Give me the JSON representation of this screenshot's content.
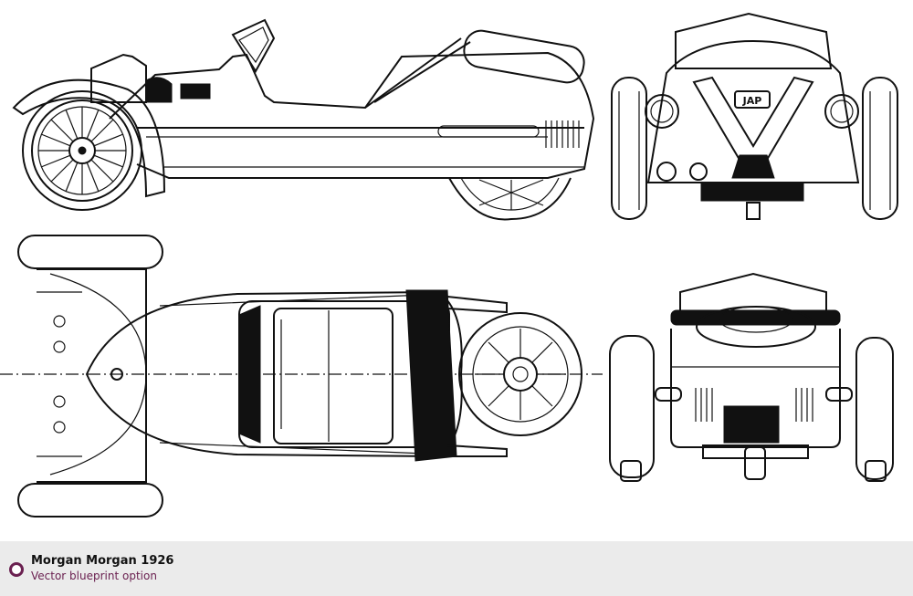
{
  "caption": {
    "title": "Morgan Morgan 1926",
    "subtitle": "Vector blueprint option",
    "icon": "circle-bullet-icon",
    "accent_color": "#6a2050",
    "bar_color": "#ebebeb"
  },
  "blueprint": {
    "views": [
      "side-view",
      "front-view",
      "top-view",
      "rear-view"
    ],
    "engine_badge": "JAP"
  }
}
